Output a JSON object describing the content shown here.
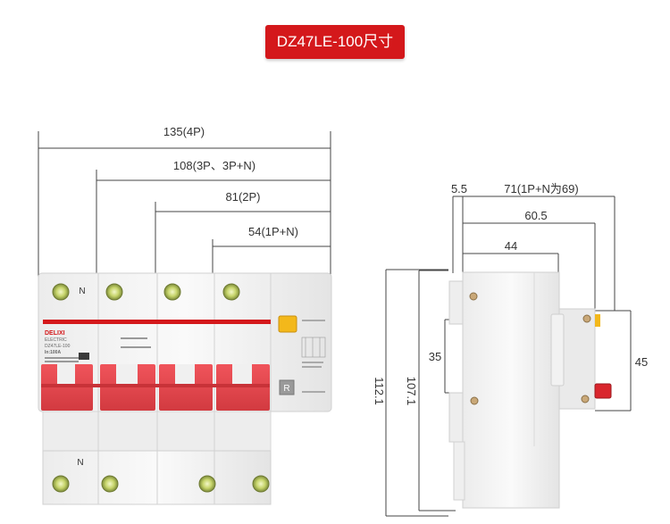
{
  "title": "DZ47LE-100尺寸",
  "front_view": {
    "dim_4p": "135(4P)",
    "dim_3p": "108(3P、3P+N)",
    "dim_2p": "81(2P)",
    "dim_1pn": "54(1P+N)",
    "n_label_top": "N",
    "n_label_bottom": "N",
    "brand": "DELIXI",
    "brand_sub": "ELECTRIC",
    "model": "DZ47LE-100",
    "rating": "In:100A",
    "test_button": "R"
  },
  "side_view": {
    "dim_5_5": "5.5",
    "dim_71": "71(1P+N为69)",
    "dim_60_5": "60.5",
    "dim_44": "44",
    "dim_35": "35",
    "dim_45": "45",
    "dim_112_1": "112.1",
    "dim_107_1": "107.1"
  },
  "colors": {
    "accent_red": "#d4181b",
    "handle_red": "#e8434b",
    "test_yellow": "#f3b81b",
    "body": "#f4f4f4"
  }
}
